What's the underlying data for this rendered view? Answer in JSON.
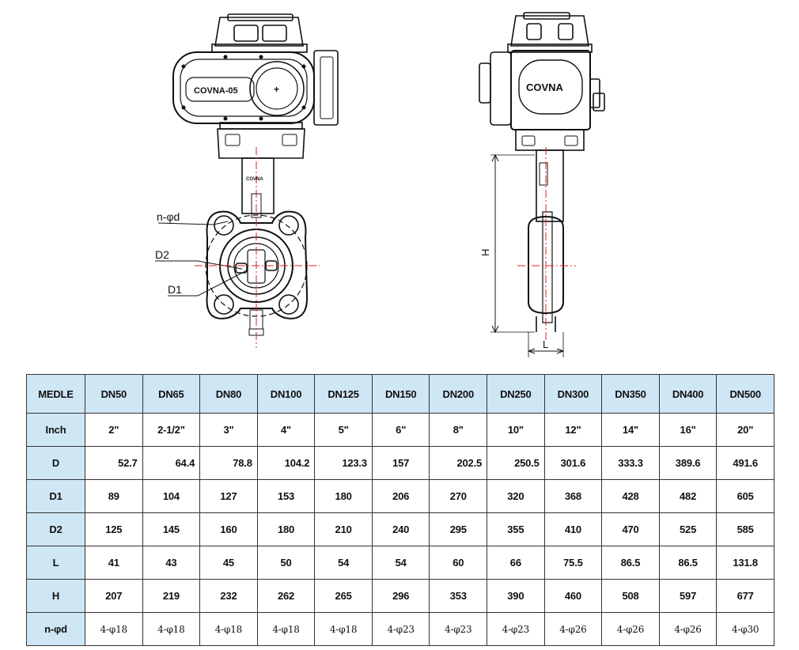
{
  "drawing": {
    "front_label": "COVNA-05",
    "side_label": "COVNA",
    "stem_label": "COVNA",
    "plus_sign": "+",
    "dim_labels": {
      "nphi_d": "n-φd",
      "d2": "D2",
      "d1": "D1",
      "h": "H",
      "l": "L"
    }
  },
  "table": {
    "header_label": "MEDLE",
    "sizes": [
      "DN50",
      "DN65",
      "DN80",
      "DN100",
      "DN125",
      "DN150",
      "DN200",
      "DN250",
      "DN300",
      "DN350",
      "DN400",
      "DN500"
    ],
    "rows": [
      {
        "label": "Inch",
        "values": [
          "2\"",
          "2-1/2\"",
          "3\"",
          "4\"",
          "5\"",
          "6\"",
          "8\"",
          "10\"",
          "12\"",
          "14\"",
          "16\"",
          "20\""
        ]
      },
      {
        "label": "D",
        "values": [
          "52.7",
          "64.4",
          "78.8",
          "104.2",
          "123.3",
          "157",
          "202.5",
          "250.5",
          "301.6",
          "333.3",
          "389.6",
          "491.6"
        ]
      },
      {
        "label": "D1",
        "values": [
          "89",
          "104",
          "127",
          "153",
          "180",
          "206",
          "270",
          "320",
          "368",
          "428",
          "482",
          "605"
        ]
      },
      {
        "label": "D2",
        "values": [
          "125",
          "145",
          "160",
          "180",
          "210",
          "240",
          "295",
          "355",
          "410",
          "470",
          "525",
          "585"
        ]
      },
      {
        "label": "L",
        "values": [
          "41",
          "43",
          "45",
          "50",
          "54",
          "54",
          "60",
          "66",
          "75.5",
          "86.5",
          "86.5",
          "131.8"
        ]
      },
      {
        "label": "H",
        "values": [
          "207",
          "219",
          "232",
          "262",
          "265",
          "296",
          "353",
          "390",
          "460",
          "508",
          "597",
          "677"
        ]
      },
      {
        "label": "n-φd",
        "values": [
          "4-φ18",
          "4-φ18",
          "4-φ18",
          "4-φ18",
          "4-φ18",
          "4-φ23",
          "4-φ23",
          "4-φ23",
          "4-φ26",
          "4-φ26",
          "4-φ26",
          "4-φ30"
        ]
      }
    ]
  }
}
